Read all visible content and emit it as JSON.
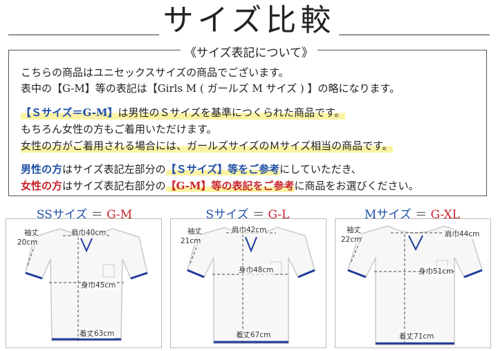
{
  "page_title": "サイズ比較",
  "info": {
    "heading": "《サイズ表記について》",
    "lines": [
      "こちらの商品はユニセックスサイズの商品でございます。",
      "表中の【G-M】等の表記は【Girls M ( ガールズ M サイズ ) 】の略になります。",
      "は男性のＳサイズを基準につくられた商品です。",
      "もちろん女性の方もご着用いただけます。",
      "女性の方がご着用される場合には、ガールズサイズのＭサイズ相当の商品です。",
      "はサイズ表記左部分の",
      "にしていただき、",
      "はサイズ表記右部分の",
      "に商品をお選びください。"
    ],
    "hl_s_eq_gm": "【Ｓサイズ＝G-M】",
    "men": "男性の方",
    "s_size_ref": "【Ｓサイズ】等をご参考",
    "women": "女性の方",
    "gm_ref": "【G-M】等の表記をご参考"
  },
  "sizes": [
    {
      "size": "SSサイズ",
      "eq": "＝",
      "girls": "G-M",
      "sleeve_label": "袖丈",
      "sleeve": "20cm",
      "shoulder": "肩巾40cm",
      "chest": "身巾45cm",
      "length": "着丈63cm"
    },
    {
      "size": "Sサイズ",
      "eq": "＝",
      "girls": "G-L",
      "sleeve_label": "袖丈",
      "sleeve": "21cm",
      "shoulder": "肩巾42cm",
      "chest": "身巾48cm",
      "length": "着丈67cm"
    },
    {
      "size": "Mサイズ",
      "eq": "＝",
      "girls": "G-XL",
      "sleeve_label": "袖丈",
      "sleeve": "22cm",
      "shoulder": "肩巾44cm",
      "chest": "身巾51cm",
      "length": "着丈71cm"
    }
  ],
  "colors": {
    "blue": "#1f4fa8",
    "red": "#c8222a",
    "highlight": "#fbf3a4",
    "trim": "#1e3a9a"
  }
}
